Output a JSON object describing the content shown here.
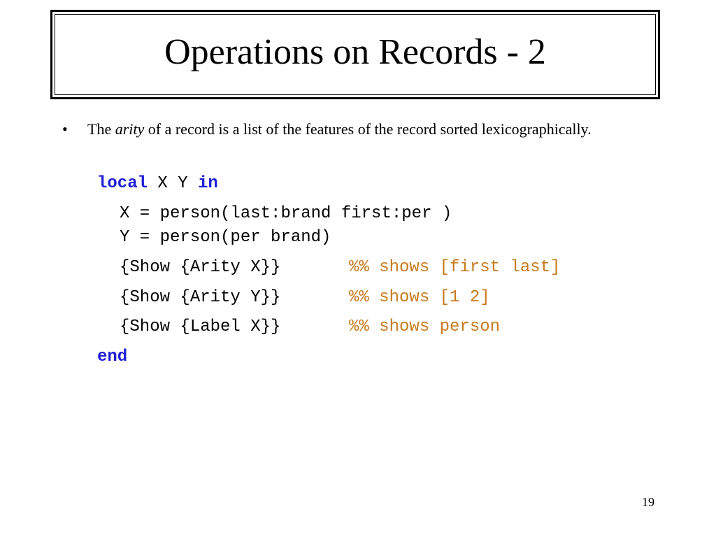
{
  "slide": {
    "title": "Operations on Records - 2",
    "bullet_symbol": "•",
    "paragraph": {
      "before": "The ",
      "emphasis": "arity",
      "after": " of a record is a list of the features of the record sorted lexicographically."
    },
    "code": {
      "line1": {
        "kw1": "local",
        "mid": " X Y ",
        "kw2": "in"
      },
      "line2": "X = person(last:brand first:per )",
      "line3": "Y = person(per brand)",
      "line4": {
        "code": "{Show {Arity X}}",
        "comment": "%% shows [first last]"
      },
      "line5": {
        "code": "{Show {Arity Y}}",
        "comment": "%% shows [1 2]"
      },
      "line6": {
        "code": "{Show {Label X}}",
        "comment": "%% shows person"
      },
      "line7": {
        "kw": "end"
      }
    },
    "page_number": "19"
  },
  "colors": {
    "keyword": "#1f1fd8",
    "comment": "#c77a1a",
    "text": "#000000"
  }
}
